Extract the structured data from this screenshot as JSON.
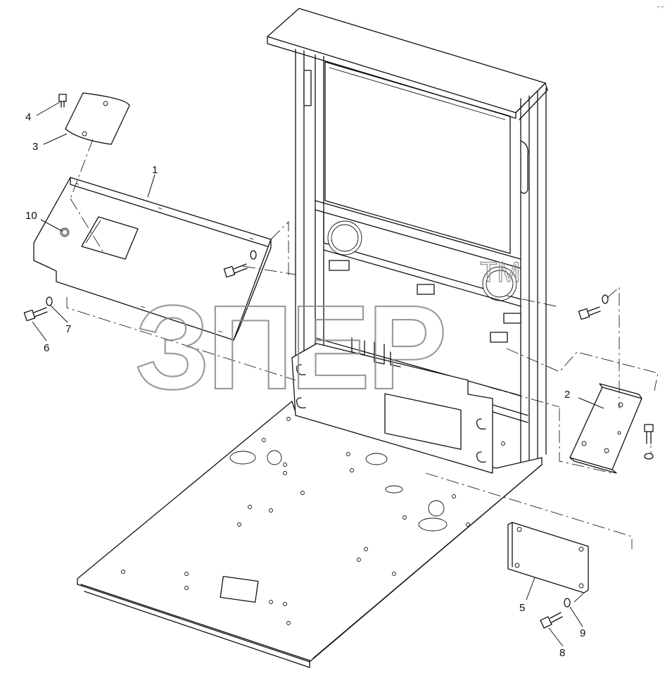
{
  "diagram": {
    "watermark": "ЗПЕР",
    "watermark_tm": "TM",
    "corner_mark": "⌐ ⌐",
    "callouts": [
      {
        "id": "1",
        "label": "1"
      },
      {
        "id": "2",
        "label": "2"
      },
      {
        "id": "3",
        "label": "3"
      },
      {
        "id": "4",
        "label": "4"
      },
      {
        "id": "5",
        "label": "5"
      },
      {
        "id": "6",
        "label": "6"
      },
      {
        "id": "7",
        "label": "7"
      },
      {
        "id": "8",
        "label": "8"
      },
      {
        "id": "9",
        "label": "9"
      },
      {
        "id": "10",
        "label": "10"
      }
    ]
  }
}
